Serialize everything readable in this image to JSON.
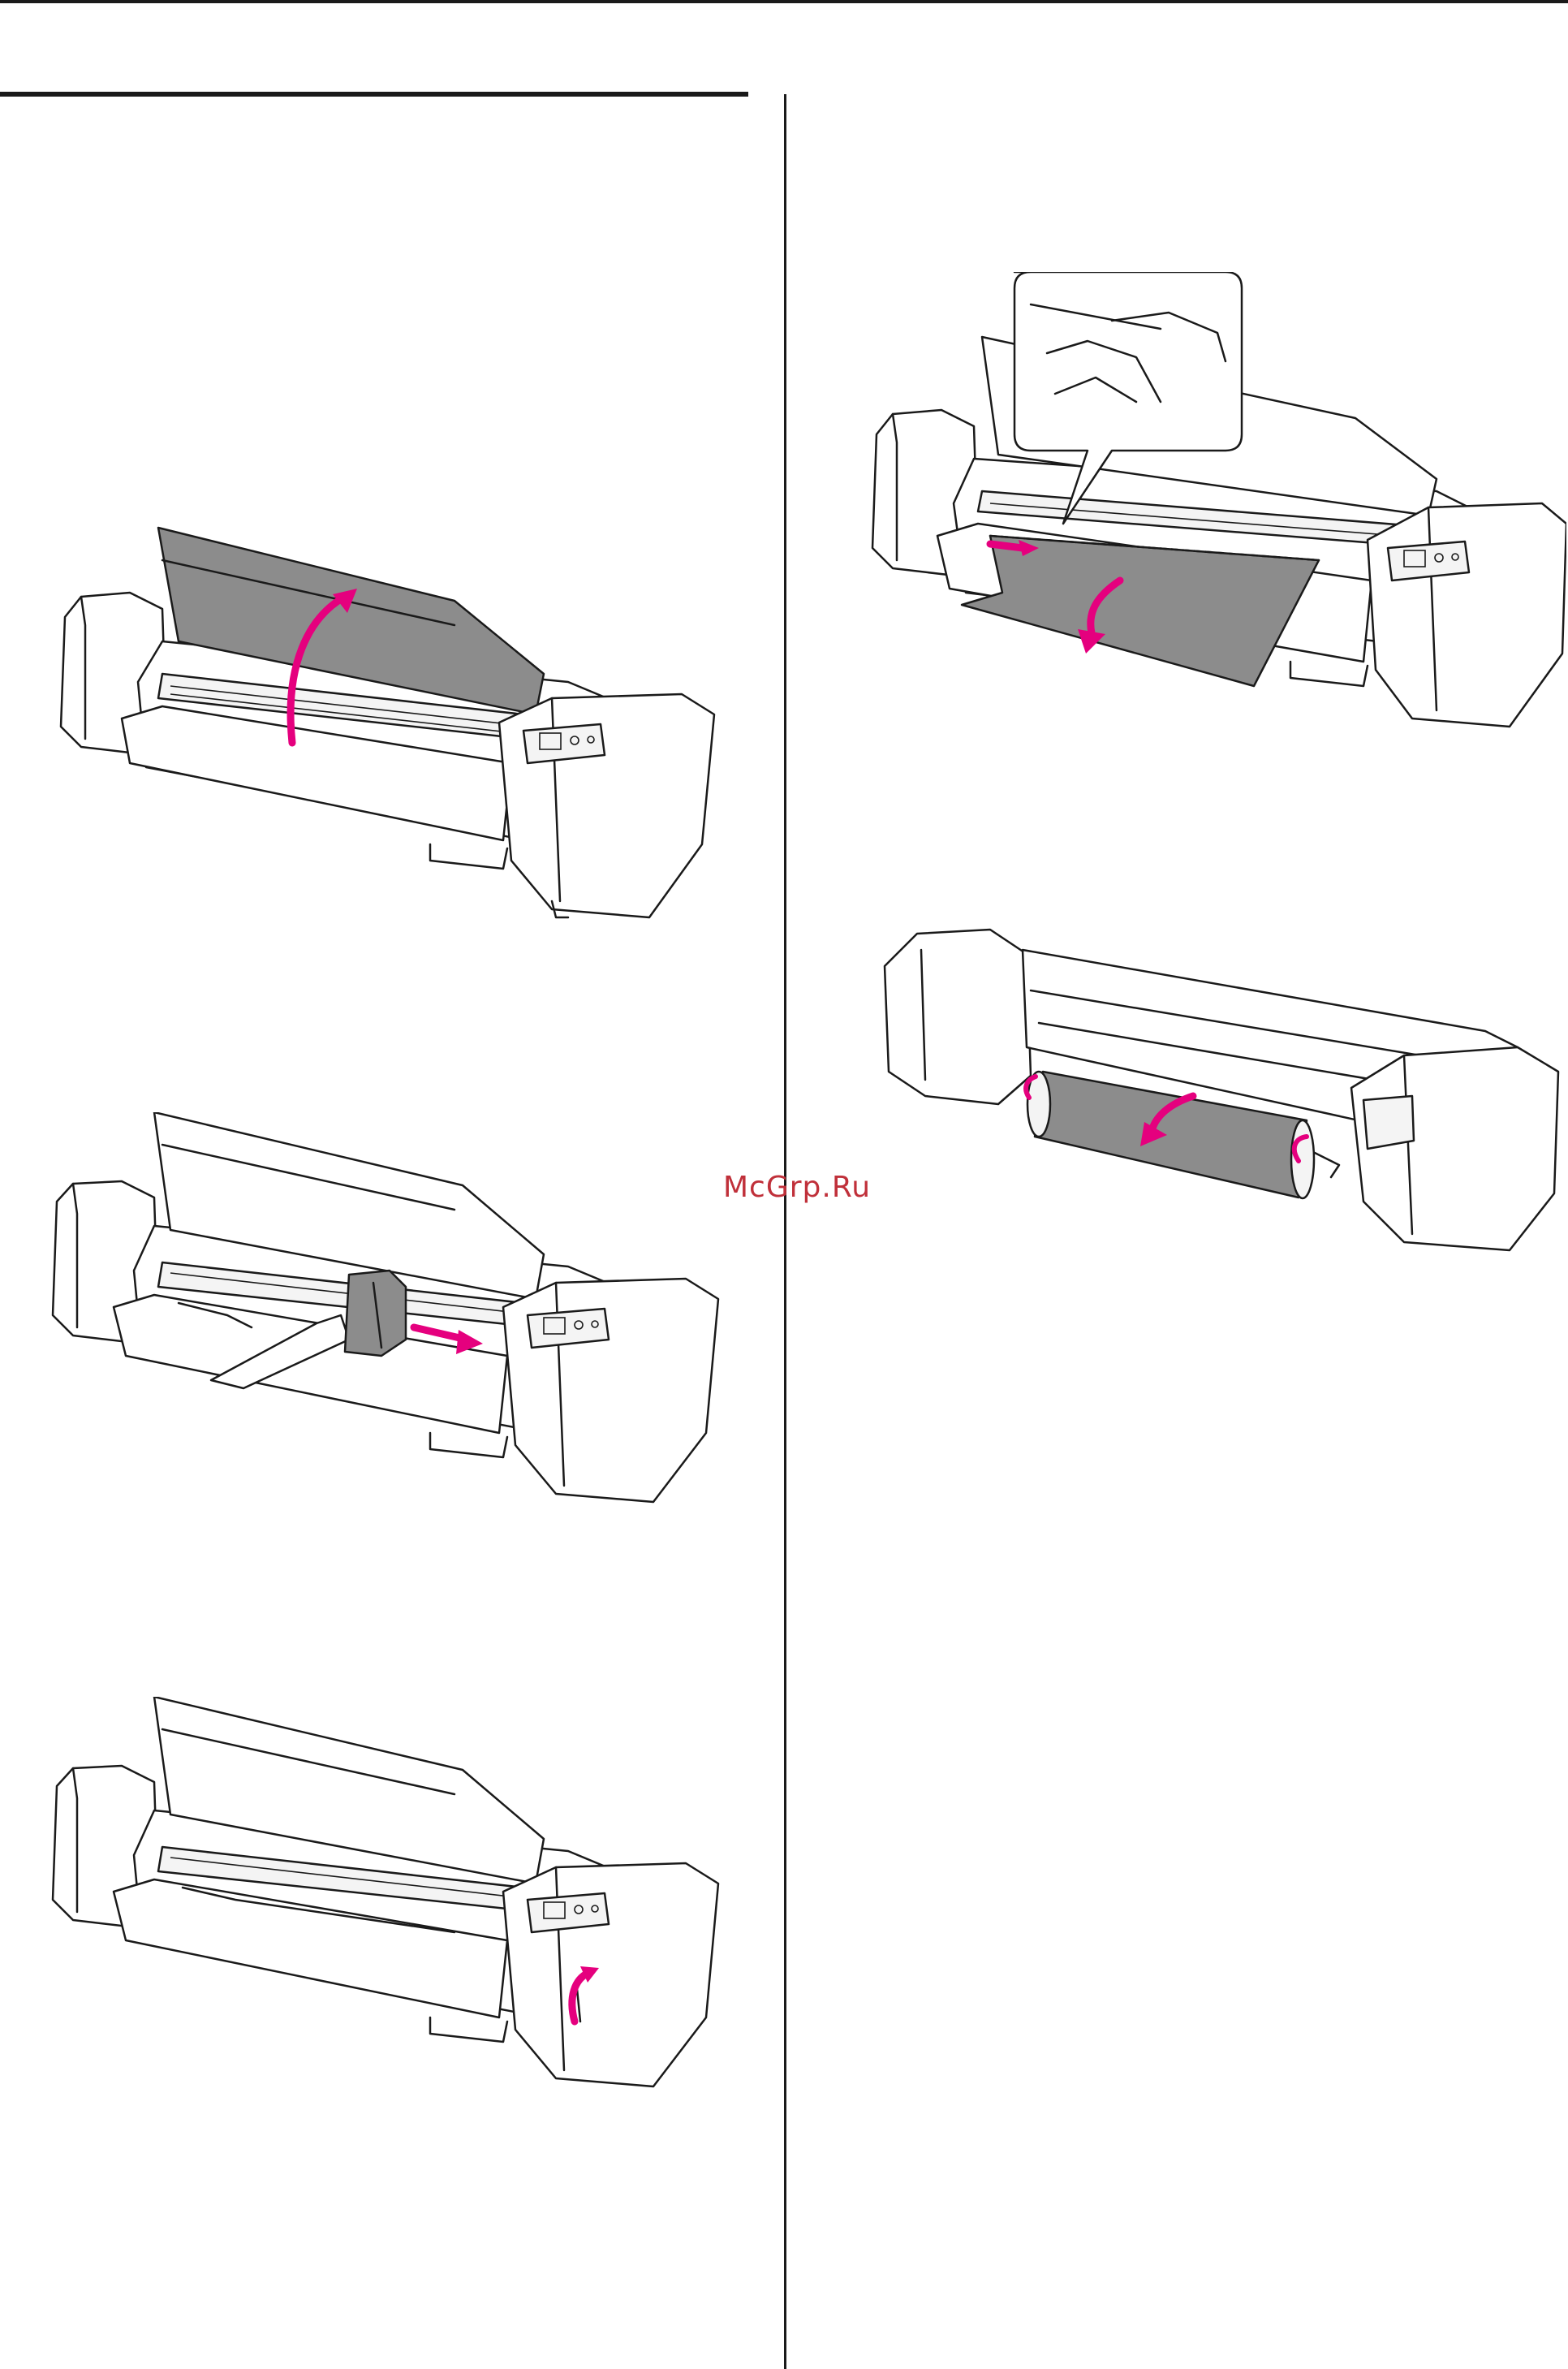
{
  "page": {
    "watermark": "McGrp.Ru"
  },
  "colors": {
    "accent_arrow": "#e5007e",
    "paper_gray": "#8c8c8c",
    "line": "#1a1a1a",
    "watermark": "#c0303a"
  },
  "figures": [
    {
      "id": "open-cover",
      "icon": "printer-open-cover-arrow-icon"
    },
    {
      "id": "cut-paper-cutter",
      "icon": "printer-cutter-slide-icon"
    },
    {
      "id": "lower-lever",
      "icon": "printer-lever-arrow-icon"
    },
    {
      "id": "tear-paper",
      "icon": "printer-paper-tear-icon"
    },
    {
      "id": "rewind-roll",
      "icon": "printer-rear-roll-rewind-icon"
    }
  ]
}
